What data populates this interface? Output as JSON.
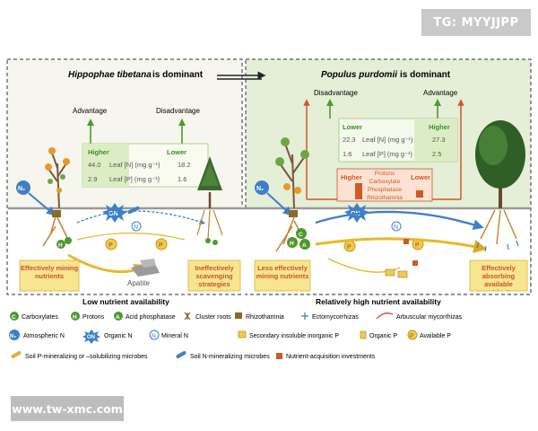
{
  "watermarks": {
    "top": "TG: MYYJJPP",
    "bottom": "www.tw-xmc.com"
  },
  "colors": {
    "panel_bg": "#f7f7ef",
    "right_panel_bg": "#e6efd9",
    "soil": "#ffffff",
    "orange": "#cf5a25",
    "green_arrow": "#4d9a2d",
    "blue_n": "#3f7fc9",
    "p_yellow": "#e9b824",
    "orange_box_bg": "#fce2d2",
    "mining_box": "#f7e58f"
  },
  "left_panel": {
    "title_species": "Hippophae tibetana",
    "title_suffix": " is dominant",
    "advantage": "Advantage",
    "disadvantage": "Disadvantage",
    "higher": "Higher",
    "lower": "Lower",
    "row1": {
      "v1": "44.0",
      "label": "Leaf [N] (mg g⁻¹)",
      "v2": "18.2"
    },
    "row2": {
      "v1": "2.9",
      "label": "Leaf [P] (mg g⁻¹)",
      "v2": "1.6"
    },
    "box_left": "Effectively mining nutrients",
    "box_right": "Ineffectively scavenging strategies",
    "apatite": "Apatite",
    "caption": "Low nutrient availability"
  },
  "right_panel": {
    "title_species": "Populus purdomii",
    "title_suffix": " is dominant",
    "disadvantage": "Disadvantage",
    "advantage": "Advantage",
    "lower": "Lower",
    "higher": "Higher",
    "row1": {
      "v1": "22.3",
      "label": "Leaf [N] (mg g⁻¹)",
      "v2": "27.3"
    },
    "row2": {
      "v1": "1.6",
      "label": "Leaf [P] (mg g⁻¹)",
      "v2": "2.5"
    },
    "invest_higher": "Higher",
    "invest_lower": "Lower",
    "invest_items": [
      "Protons",
      "Carboxylate",
      "Phosphatase",
      "Rhizothamnia"
    ],
    "box_left": "Less effectively mining nutrients",
    "box_right": "Effectively absorbing available nutrients",
    "caption": "Relatively high nutrient availability"
  },
  "map_labels": {
    "n2": "N₂",
    "on": "ON",
    "n": "N",
    "p": "P",
    "c": "C",
    "h": "H",
    "a": "A"
  },
  "legend": {
    "row1": [
      "Carboxylates",
      "Protons",
      "Acid phosphatase",
      "Cluster roots",
      "Rhizothamnia",
      "Ectomycorrhizas",
      "Arbuscular mycorrhizas"
    ],
    "row2": [
      "Atmospheric N",
      "Organic N",
      "Mineral N",
      "Secondary insoluble inorganic P",
      "Organic P",
      "Available P"
    ],
    "row3": [
      "Soil P-mineralizing or –solubilizing microbes",
      "Soil N-mineralizing microbes",
      "Nutrient-acquisition investments"
    ],
    "symbols": {
      "c": "C",
      "h": "H",
      "a": "A",
      "n2": "N₂",
      "on": "ON",
      "n": "N",
      "p": "P"
    }
  }
}
